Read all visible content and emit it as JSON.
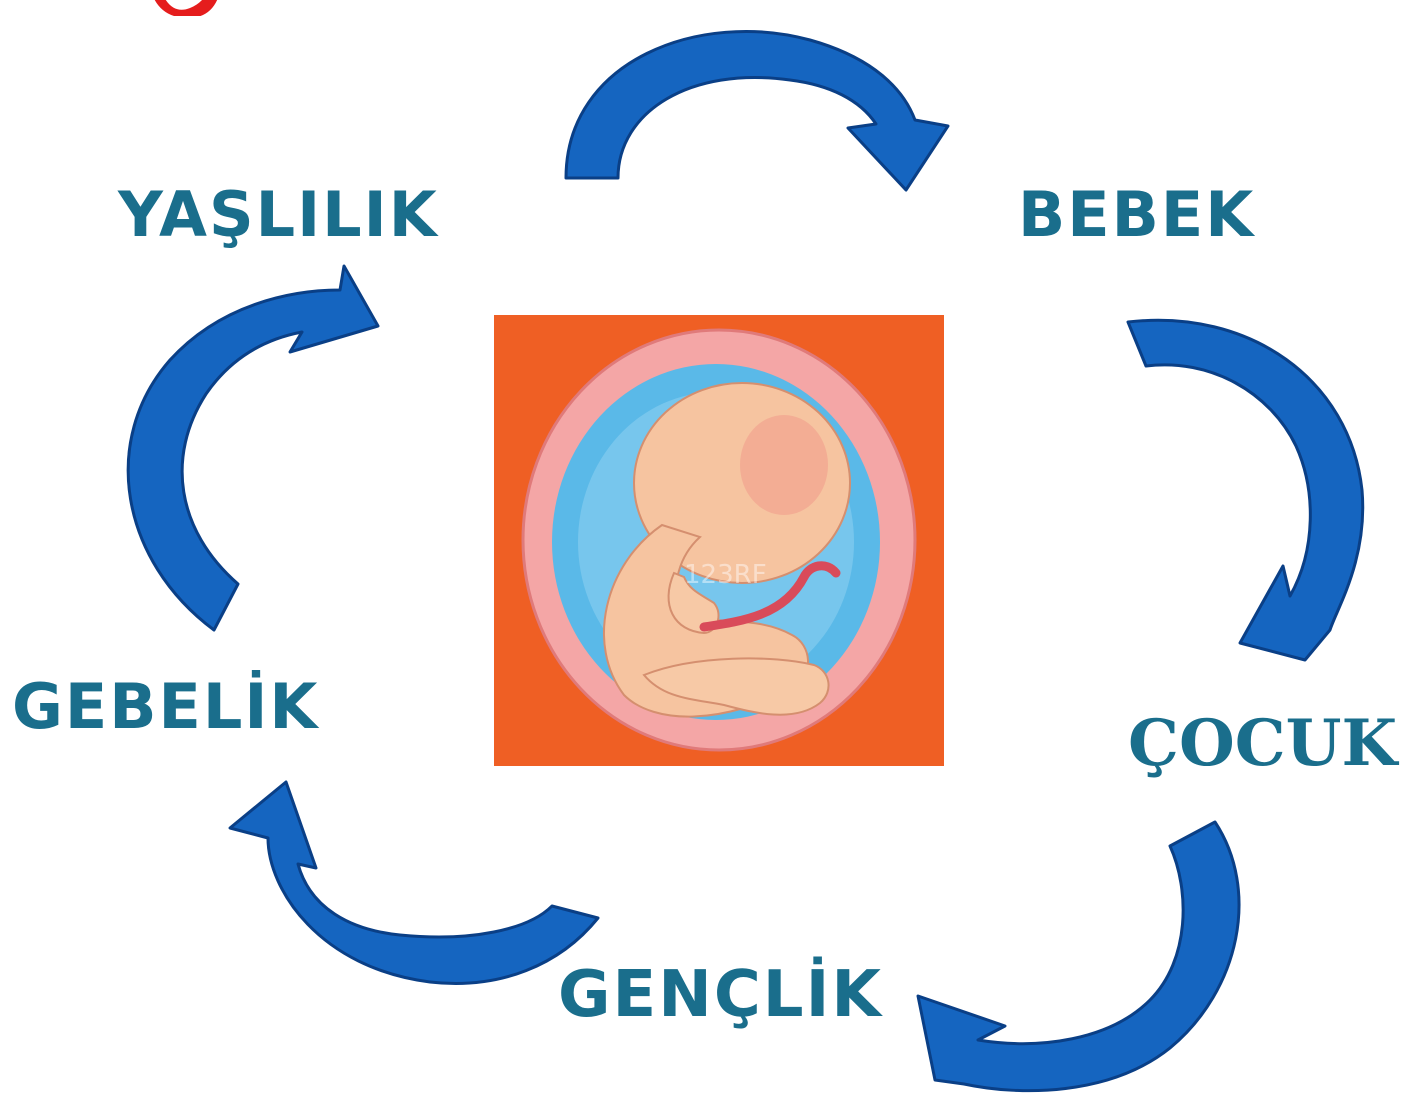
{
  "labels": {
    "yaslilik": "YAŞLILIK",
    "bebek": "BEBEK",
    "cocuk": "ÇOCUK",
    "genclik": "GENÇLİK",
    "gebelik": "GEBELİK"
  },
  "image": {
    "watermark": "123RF"
  },
  "colors": {
    "arrow": "#1565c0",
    "arrow_outline": "#0a3f86",
    "label": "#1a6e8c",
    "title_fragment": "#e51d1d",
    "image_background": "#ef5f24",
    "amniotic_fluid": "#5ab9e8",
    "uterine_wall": "#f4a6a6"
  },
  "icons": [
    "cycle-arrow",
    "embryo-illustration"
  ]
}
